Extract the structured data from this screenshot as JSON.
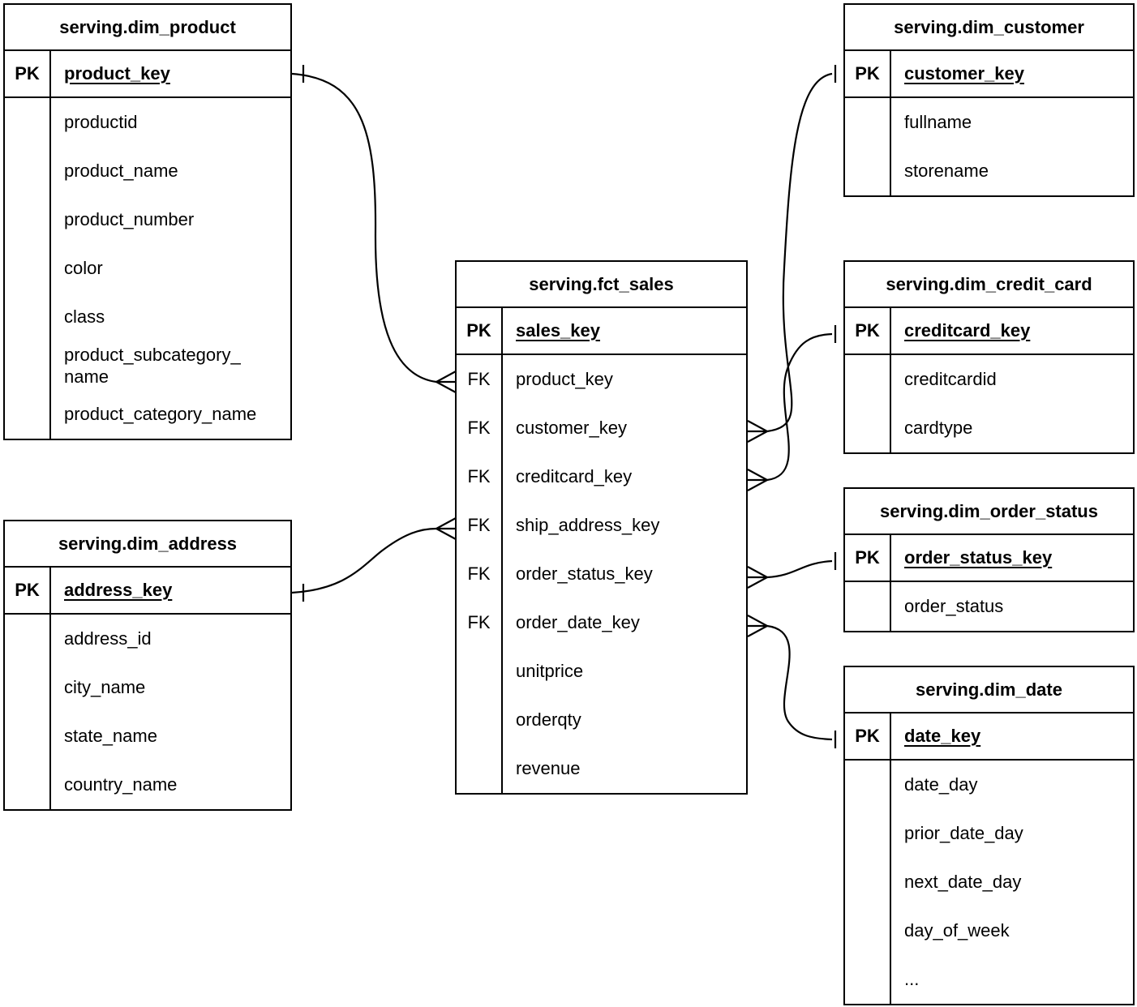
{
  "diagram": {
    "type": "entity-relationship",
    "colors": {
      "line": "#000000",
      "background": "#ffffff",
      "text": "#000000"
    },
    "tables": [
      {
        "id": "dim_product",
        "title": "serving.dim_product",
        "pk_label": "PK",
        "pk": "product_key",
        "fields": [
          {
            "fk": "",
            "name": "productid"
          },
          {
            "fk": "",
            "name": "product_name"
          },
          {
            "fk": "",
            "name": "product_number"
          },
          {
            "fk": "",
            "name": "color"
          },
          {
            "fk": "",
            "name": "class"
          },
          {
            "fk": "",
            "name": "product_subcategory_\nname"
          },
          {
            "fk": "",
            "name": "product_category_name"
          }
        ]
      },
      {
        "id": "dim_customer",
        "title": "serving.dim_customer",
        "pk_label": "PK",
        "pk": "customer_key",
        "fields": [
          {
            "fk": "",
            "name": "fullname"
          },
          {
            "fk": "",
            "name": "storename"
          }
        ]
      },
      {
        "id": "fct_sales",
        "title": "serving.fct_sales",
        "pk_label": "PK",
        "pk": "sales_key",
        "fields": [
          {
            "fk": "FK",
            "name": "product_key"
          },
          {
            "fk": "FK",
            "name": "customer_key"
          },
          {
            "fk": "FK",
            "name": "creditcard_key"
          },
          {
            "fk": "FK",
            "name": "ship_address_key"
          },
          {
            "fk": "FK",
            "name": "order_status_key"
          },
          {
            "fk": "FK",
            "name": "order_date_key"
          },
          {
            "fk": "",
            "name": "unitprice"
          },
          {
            "fk": "",
            "name": "orderqty"
          },
          {
            "fk": "",
            "name": "revenue"
          }
        ]
      },
      {
        "id": "dim_credit_card",
        "title": "serving.dim_credit_card",
        "pk_label": "PK",
        "pk": "creditcard_key",
        "fields": [
          {
            "fk": "",
            "name": "creditcardid"
          },
          {
            "fk": "",
            "name": "cardtype"
          }
        ]
      },
      {
        "id": "dim_order_status",
        "title": "serving.dim_order_status",
        "pk_label": "PK",
        "pk": "order_status_key",
        "fields": [
          {
            "fk": "",
            "name": "order_status"
          }
        ]
      },
      {
        "id": "dim_date",
        "title": "serving.dim_date",
        "pk_label": "PK",
        "pk": "date_key",
        "fields": [
          {
            "fk": "",
            "name": "date_day"
          },
          {
            "fk": "",
            "name": "prior_date_day"
          },
          {
            "fk": "",
            "name": "next_date_day"
          },
          {
            "fk": "",
            "name": "day_of_week"
          },
          {
            "fk": "",
            "name": "..."
          }
        ]
      },
      {
        "id": "dim_address",
        "title": "serving.dim_address",
        "pk_label": "PK",
        "pk": "address_key",
        "fields": [
          {
            "fk": "",
            "name": "address_id"
          },
          {
            "fk": "",
            "name": "city_name"
          },
          {
            "fk": "",
            "name": "state_name"
          },
          {
            "fk": "",
            "name": "country_name"
          }
        ]
      }
    ],
    "relations": [
      {
        "from": "serving.dim_product.product_key",
        "to": "serving.fct_sales.product_key",
        "from_cardinality": "one",
        "to_cardinality": "many"
      },
      {
        "from": "serving.dim_address.address_key",
        "to": "serving.fct_sales.ship_address_key",
        "from_cardinality": "one",
        "to_cardinality": "many"
      },
      {
        "from": "serving.dim_customer.customer_key",
        "to": "serving.fct_sales.customer_key",
        "from_cardinality": "one",
        "to_cardinality": "many"
      },
      {
        "from": "serving.dim_credit_card.creditcard_key",
        "to": "serving.fct_sales.creditcard_key",
        "from_cardinality": "one",
        "to_cardinality": "many"
      },
      {
        "from": "serving.dim_order_status.order_status_key",
        "to": "serving.fct_sales.order_status_key",
        "from_cardinality": "one",
        "to_cardinality": "many"
      },
      {
        "from": "serving.dim_date.date_key",
        "to": "serving.fct_sales.order_date_key",
        "from_cardinality": "one",
        "to_cardinality": "many"
      }
    ]
  }
}
